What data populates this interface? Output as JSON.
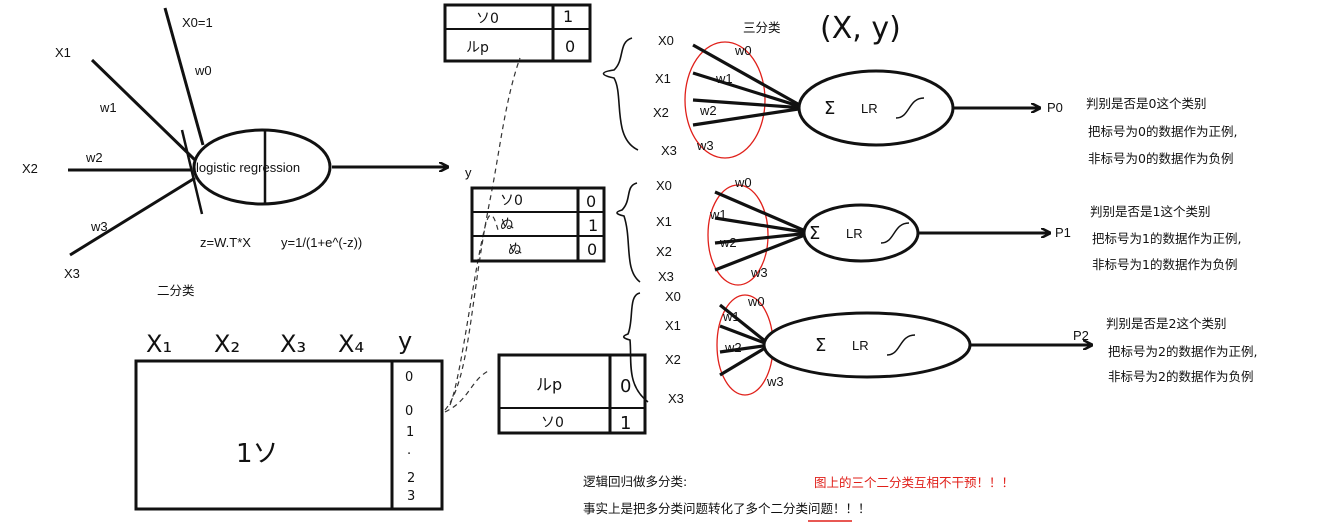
{
  "binary_model": {
    "inputs": [
      "X0=1",
      "X1",
      "X2",
      "X3"
    ],
    "weights": [
      "w0",
      "w1",
      "w2",
      "w3"
    ],
    "node": "logistic regression",
    "output": "y",
    "formula_z": "z=W.T*X",
    "formula_y": "y=1/(1+e^(-z))",
    "caption": "二分类"
  },
  "dataset": {
    "columns": [
      "X₁",
      "X₂",
      "X₃",
      "X₄",
      "y"
    ],
    "body_mark": "1ソ",
    "label_marks": [
      "0",
      "0",
      "1",
      "·",
      "2",
      "3"
    ]
  },
  "split_tables": [
    {
      "rows": [
        [
          "ソ0",
          "1"
        ],
        [
          "ルp",
          "0"
        ]
      ]
    },
    {
      "rows": [
        [
          "ソ0",
          "0"
        ],
        [
          "ぬ",
          "1"
        ],
        [
          "ぬ",
          "0"
        ]
      ]
    },
    {
      "rows": [
        [
          "ルp",
          "0"
        ],
        [
          "ソ0",
          "1"
        ]
      ]
    }
  ],
  "multiclass": {
    "title": "三分类",
    "title_note": "(X, y)",
    "inputs": [
      "X0",
      "X1",
      "X2",
      "X3"
    ],
    "weights": [
      "w0",
      "w1",
      "w2",
      "w3"
    ],
    "node": "LR",
    "sum_symbol": "Σ",
    "units": [
      {
        "out": "P0",
        "lines": [
          "判别是否是0这个类别",
          "把标号为0的数据作为正例,",
          "非标号为0的数据作为负例"
        ]
      },
      {
        "out": "P1",
        "lines": [
          "判别是否是1这个类别",
          "把标号为1的数据作为正例,",
          "非标号为1的数据作为负例"
        ]
      },
      {
        "out": "P2",
        "lines": [
          "判别是否是2这个类别",
          "把标号为2的数据作为正例,",
          "非标号为2的数据作为负例"
        ]
      }
    ]
  },
  "summary": {
    "line1": "逻辑回归做多分类:",
    "line2": "事实上是把多分类问题转化了多个二分类问题！！！",
    "note": "图上的三个二分类互相不干预！！！"
  },
  "colors": {
    "ink": "#111111",
    "highlight": "#e0201a"
  }
}
